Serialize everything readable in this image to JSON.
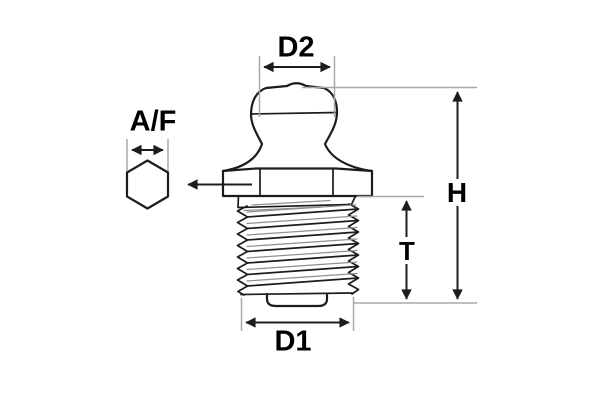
{
  "diagram": {
    "type": "technical-drawing",
    "subject": "grease-nipple-dimension-diagram",
    "labels": {
      "d2": "D2",
      "af": "A/F",
      "h": "H",
      "t": "T",
      "d1": "D1"
    },
    "colors": {
      "outline": "#1c1c1c",
      "extension_line": "#a8a8a8",
      "sketch_line": "#8f8f8f",
      "label_text": "#000000",
      "background": "#ffffff"
    }
  }
}
